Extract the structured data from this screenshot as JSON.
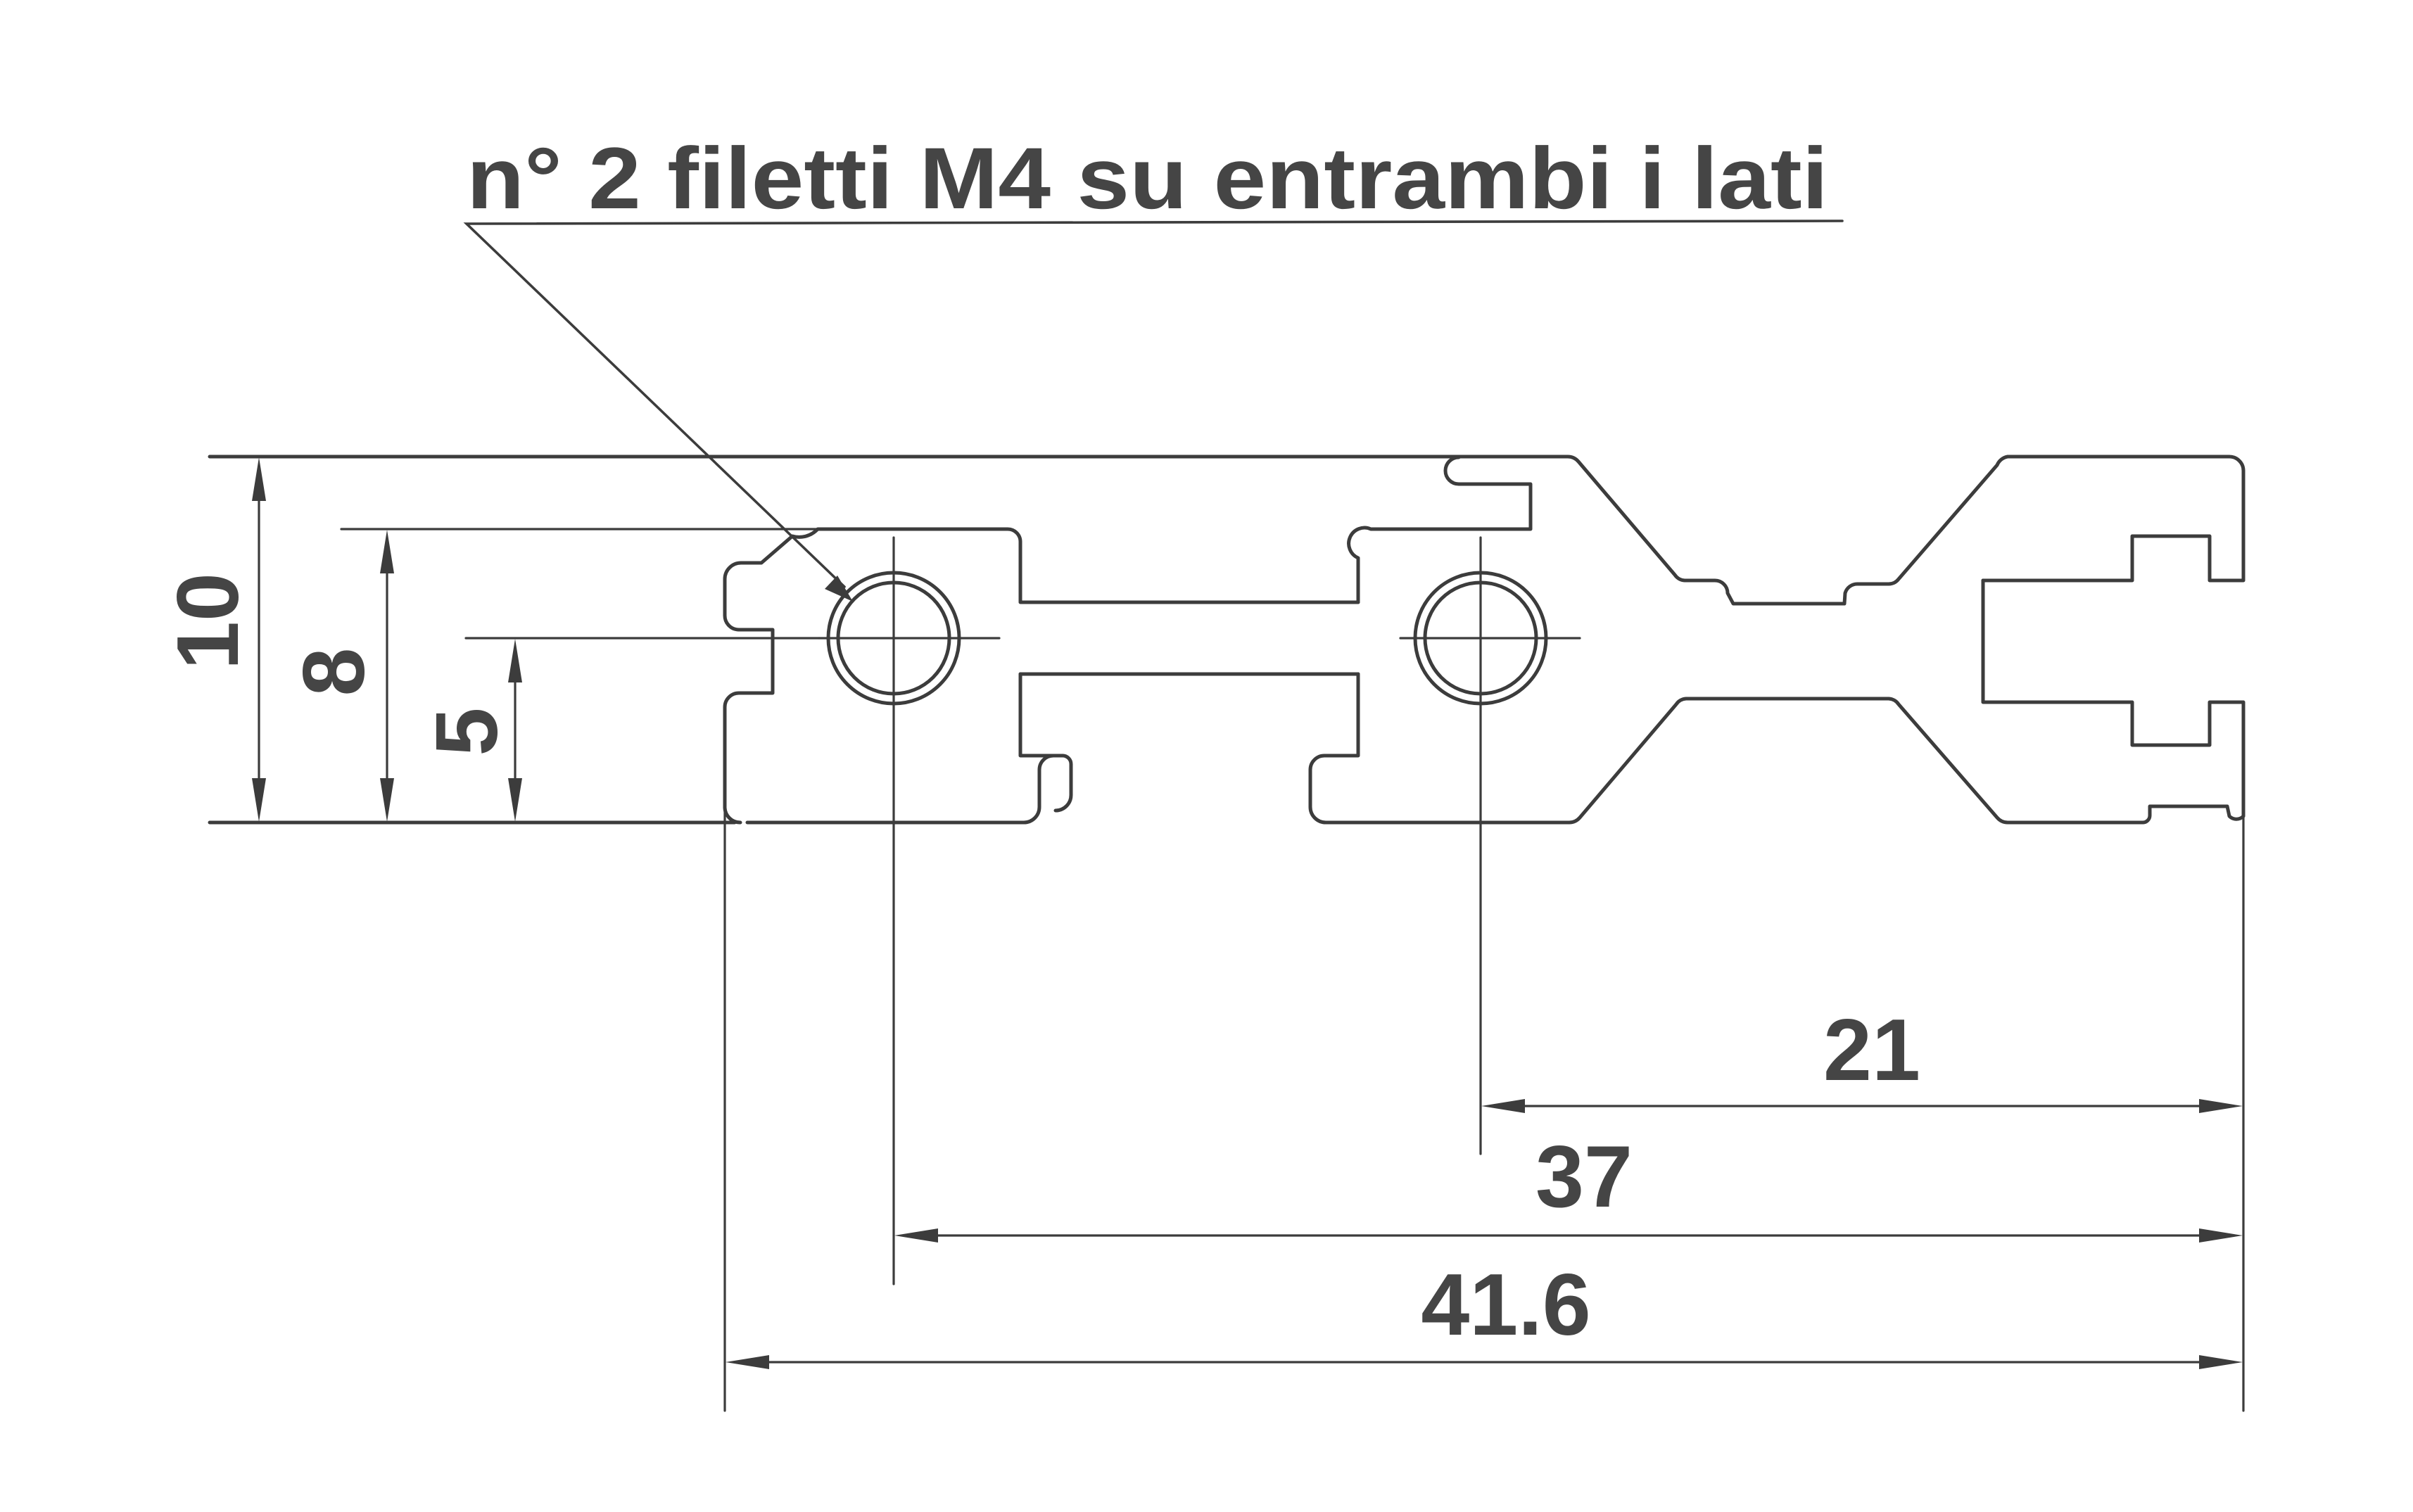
{
  "drawing": {
    "callout": "n° 2 filetti M4 su entrambi i lati",
    "dimensions": {
      "overall_height": "10",
      "height_8": "8",
      "hole_height": "5",
      "hole2_to_end": "21",
      "hole1_to_end": "37",
      "overall_width": "41.6"
    },
    "line_color": "#3c3c3c",
    "text_color": "#454545"
  }
}
